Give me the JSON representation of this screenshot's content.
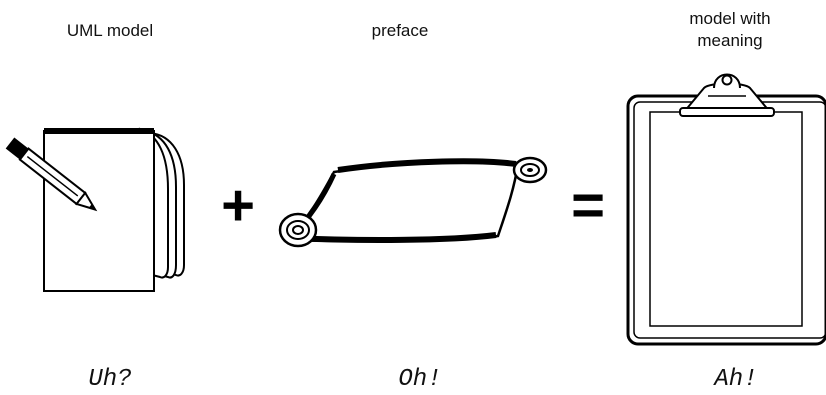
{
  "labels": {
    "uml_model": "UML model",
    "preface": "preface",
    "model_with_meaning_line1": "model with",
    "model_with_meaning_line2": "meaning"
  },
  "operators": {
    "plus": "+",
    "equals": "="
  },
  "captions": {
    "uh": "Uh?",
    "oh": "Oh!",
    "ah": "Ah!"
  },
  "icons": {
    "notepad": "notepad-with-pencil-icon",
    "scroll": "scroll-icon",
    "clipboard": "clipboard-icon"
  }
}
